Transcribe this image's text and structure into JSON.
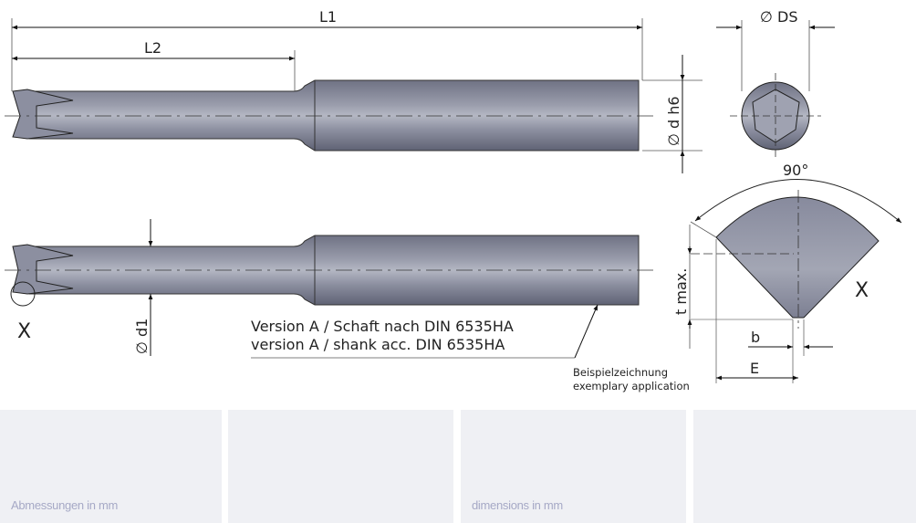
{
  "drawing": {
    "dim_L1": "L1",
    "dim_L2": "L2",
    "dim_d_h6": "∅ d h6",
    "dim_DS": "∅ DS",
    "dim_d1": "∅ d1",
    "angle": "90°",
    "dim_t_max": "t max.",
    "dim_b": "b",
    "dim_E": "E",
    "detail_marker": "X",
    "detail_label": "X",
    "version_de": "Version A / Schaft nach DIN 6535HA",
    "version_en": "version A / shank acc. DIN 6535HA",
    "example_de": "Beispielzeichnung",
    "example_en": "exemplary application"
  },
  "panels": [
    {
      "text": "Abmessungen in mm"
    },
    {
      "text": ""
    },
    {
      "text": "dimensions in mm"
    },
    {
      "text": ""
    }
  ],
  "colors": {
    "tool": "#8a8d9e",
    "panel": "#eff0f4",
    "panel_text": "#a6a9c6"
  }
}
